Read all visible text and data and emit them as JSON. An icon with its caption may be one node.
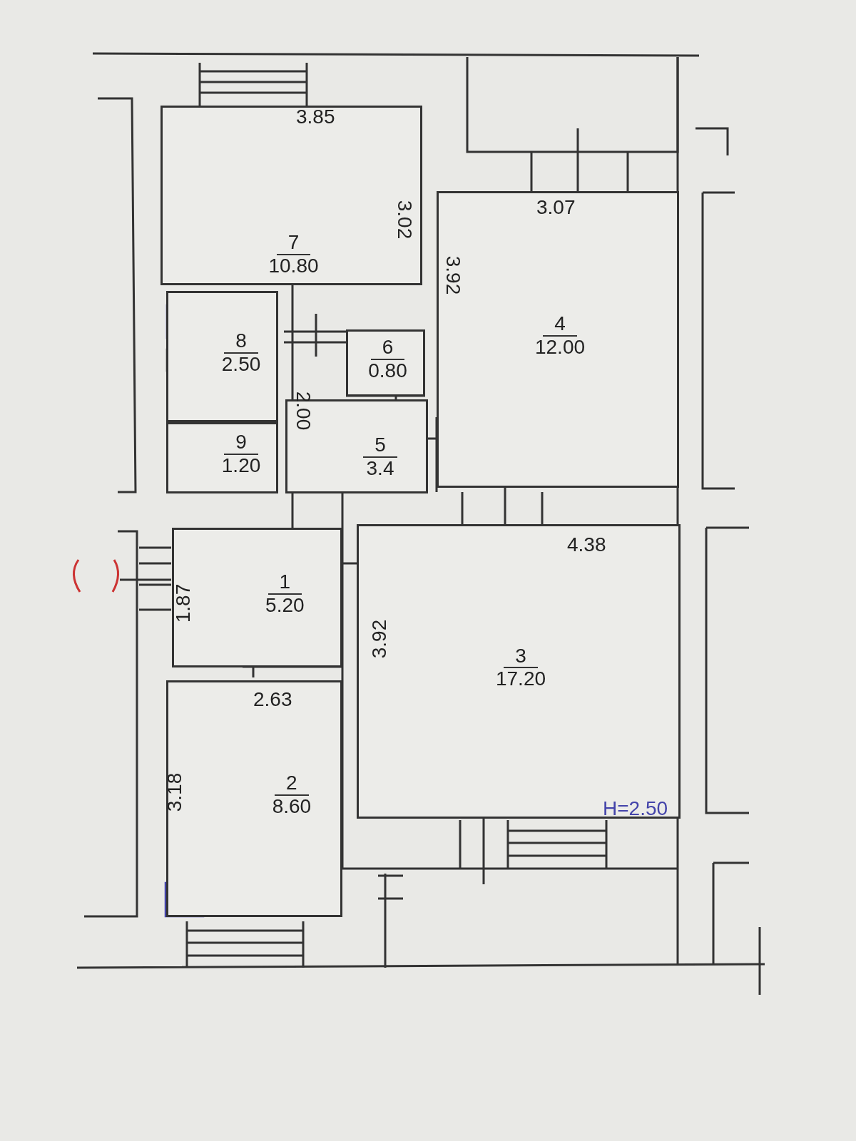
{
  "diagram": {
    "nodes": [
      {
        "text": [
          "7",
          "10.80"
        ]
      },
      {
        "text": [
          "4",
          "12.00"
        ]
      },
      {
        "text": [
          "8",
          "2.50"
        ]
      },
      {
        "text": [
          "6",
          "0.80"
        ]
      },
      {
        "text": [
          "9",
          "1.20"
        ]
      },
      {
        "text": [
          "5",
          "3.4"
        ]
      },
      {
        "text": [
          "1",
          "5.20"
        ]
      },
      {
        "text": [
          "3",
          "17.20"
        ]
      },
      {
        "text": [
          "2",
          "8.60"
        ]
      }
    ],
    "labels": [
      "3.85",
      "3.02",
      "3.07",
      "3.92",
      "2.00",
      "4.38",
      "1.87",
      "3.92",
      "2.63",
      "3.18",
      "H=2.50"
    ]
  }
}
